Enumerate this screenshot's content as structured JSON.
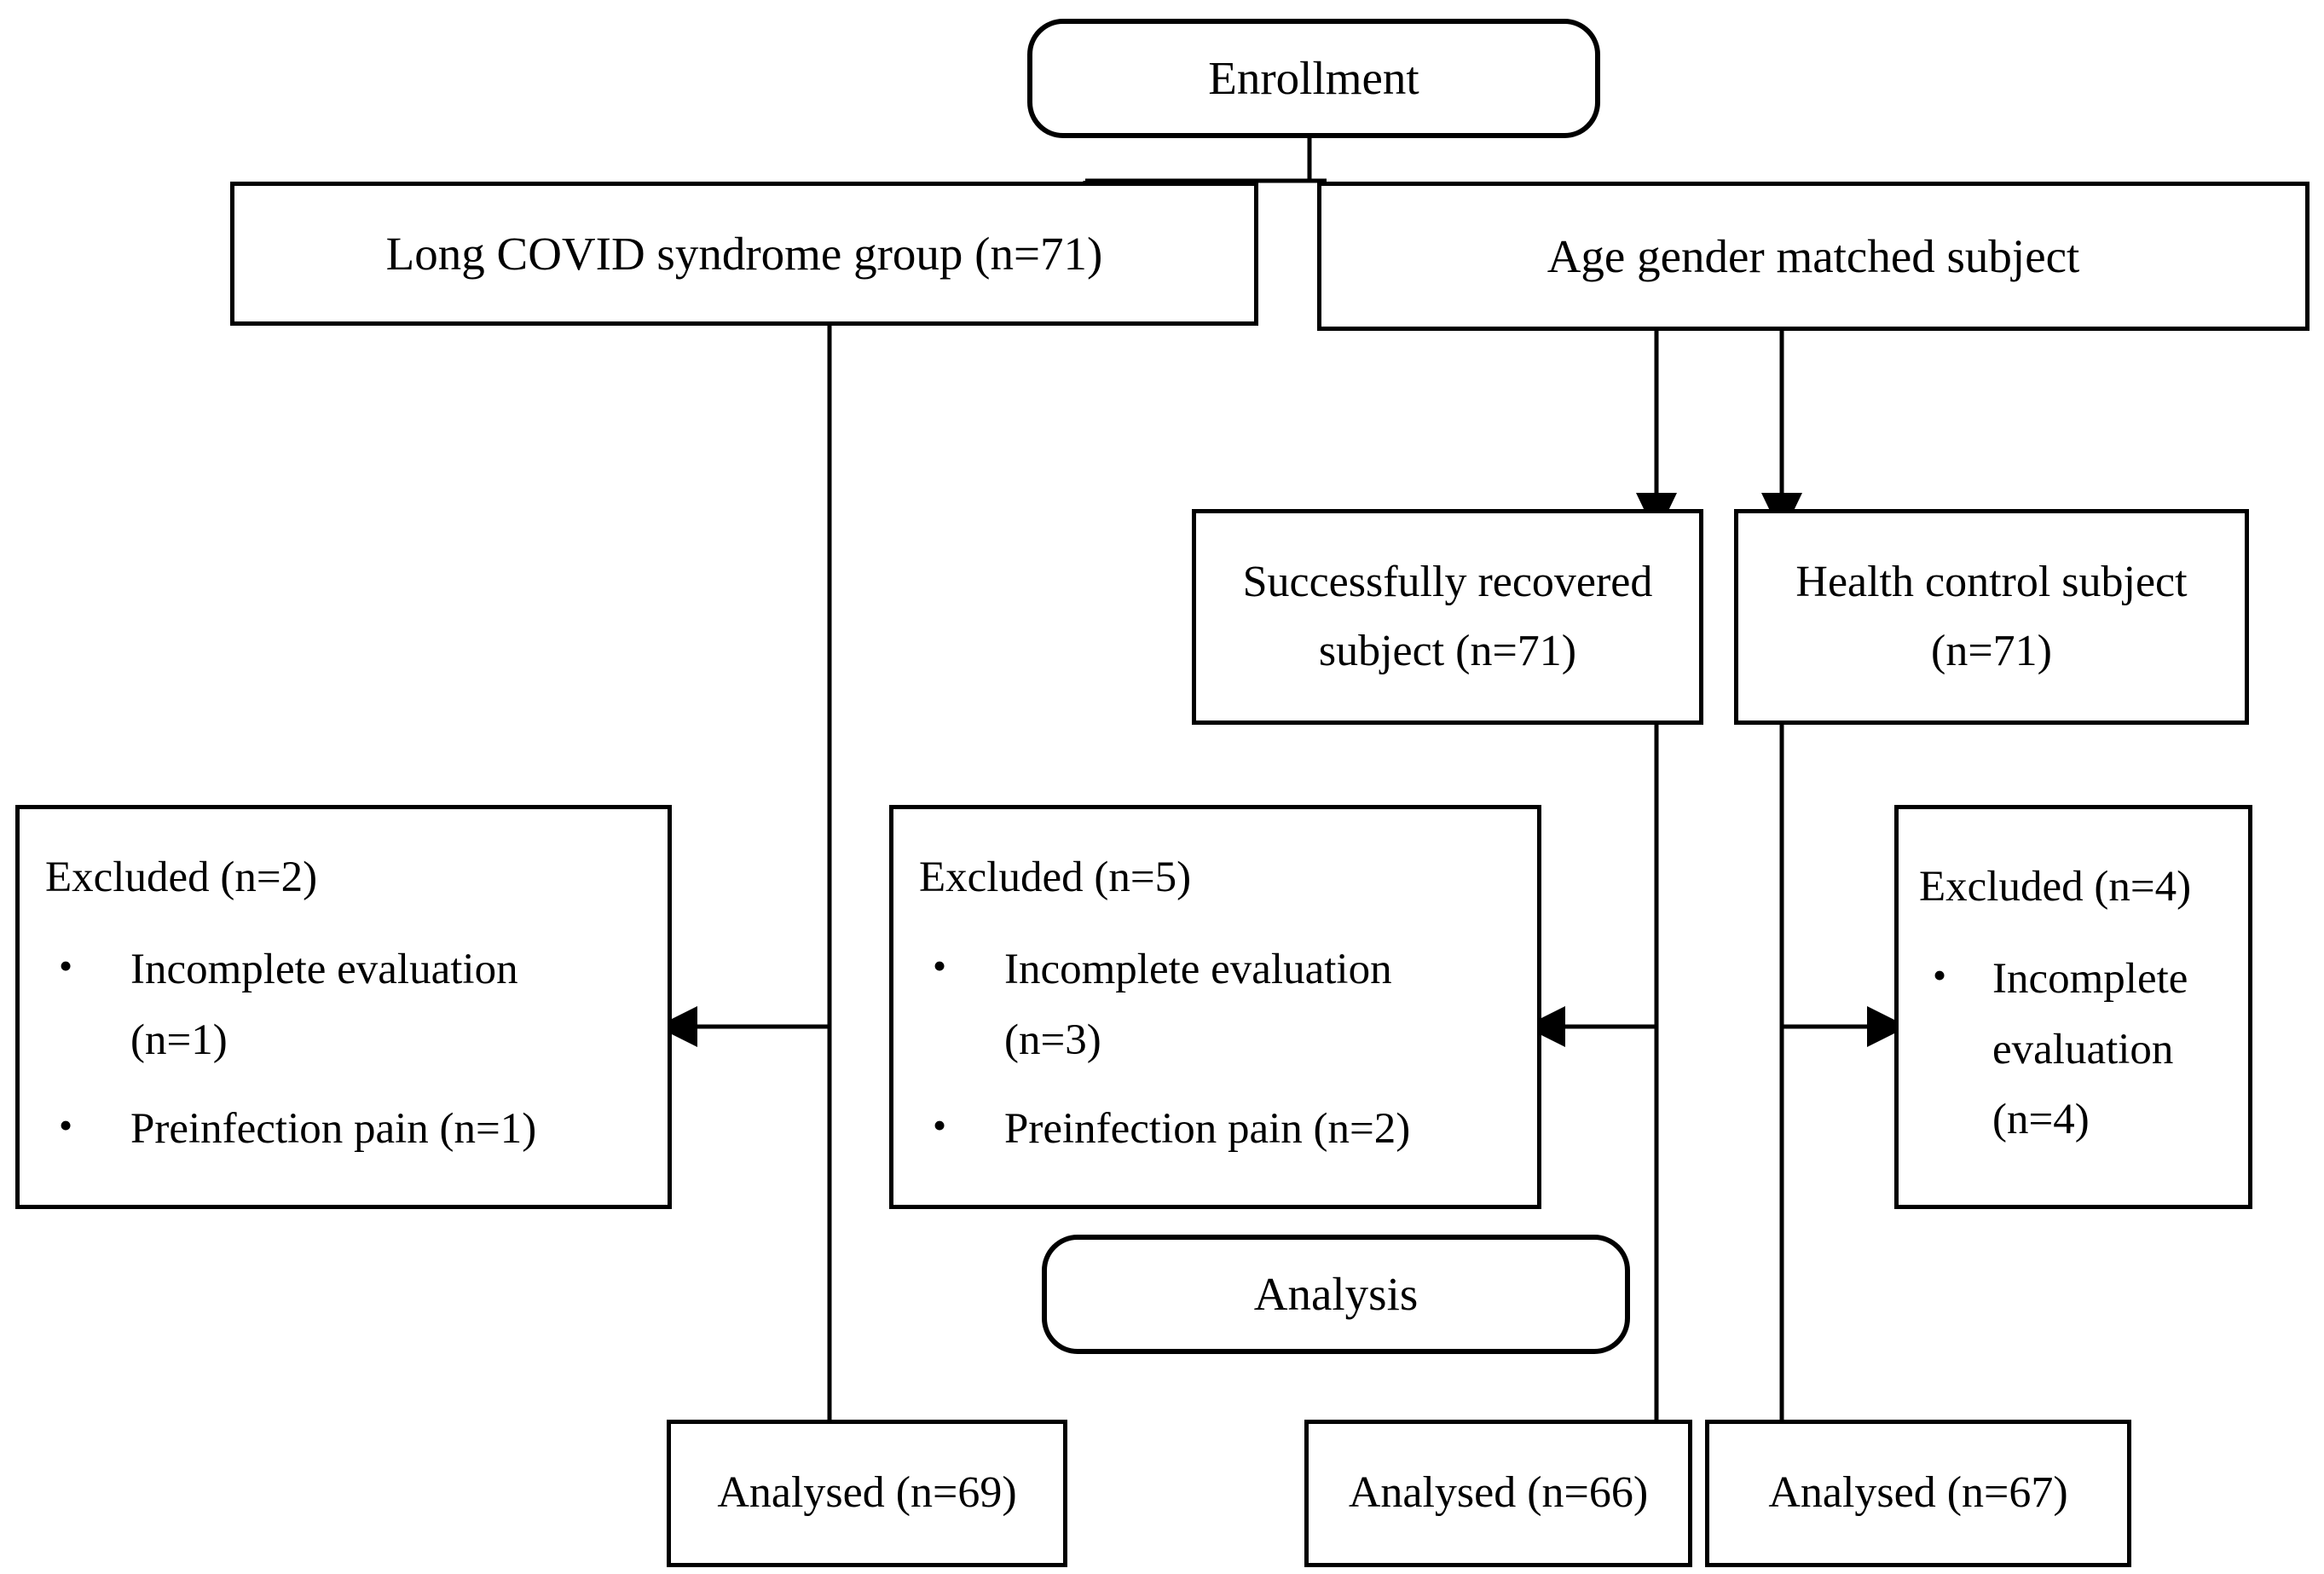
{
  "diagram": {
    "type": "consort-flow-diagram",
    "stages": [
      {
        "id": "enrollment",
        "label": "Enrollment"
      },
      {
        "id": "analysis",
        "label": "Analysis"
      }
    ],
    "arms": [
      {
        "id": "long-covid",
        "group_label": "Long COVID syndrome group (n=71)",
        "enrolled_n": 71,
        "excluded_total_label": "Excluded (n=2)",
        "excluded_total_n": 2,
        "excluded_reasons": [
          {
            "label": "Incomplete evaluation (n=1)",
            "n": 1
          },
          {
            "label": "Preinfection pain (n=1)",
            "n": 1
          }
        ],
        "analysed_label": "Analysed (n=69)",
        "analysed_n": 69
      },
      {
        "id": "successfully-recovered",
        "group_label": "Successfully recovered subject (n=71)",
        "enrolled_n": 71,
        "excluded_total_label": "Excluded (n=5)",
        "excluded_total_n": 5,
        "excluded_reasons": [
          {
            "label": "Incomplete evaluation (n=3)",
            "n": 3
          },
          {
            "label": "Preinfection pain (n=2)",
            "n": 2
          }
        ],
        "analysed_label": "Analysed (n=66)",
        "analysed_n": 66
      },
      {
        "id": "health-control",
        "group_label": "Health control subject (n=71)",
        "enrolled_n": 71,
        "excluded_total_label": "Excluded (n=4)",
        "excluded_total_n": 4,
        "excluded_reasons": [
          {
            "label": "Incomplete evaluation (n=4)",
            "n": 4
          }
        ],
        "analysed_label": "Analysed (n=67)",
        "analysed_n": 67
      }
    ],
    "nodes": {
      "enrollment": {
        "text": "Enrollment"
      },
      "long_covid_group": {
        "text": "Long COVID syndrome group (n=71)"
      },
      "age_gender_matched": {
        "text": "Age gender matched subject"
      },
      "recovered_subject": {
        "line1": "Successfully recovered",
        "line2": "subject (n=71)"
      },
      "health_control": {
        "line1": "Health control subject",
        "line2": "(n=71)"
      },
      "excluded_left": {
        "title": "Excluded (n=2)",
        "bullets": [
          {
            "line1": "Incomplete evaluation",
            "line2": "(n=1)"
          },
          {
            "line1": "Preinfection pain (n=1)",
            "line2": ""
          }
        ]
      },
      "excluded_middle": {
        "title": "Excluded (n=5)",
        "bullets": [
          {
            "line1": "Incomplete evaluation",
            "line2": "(n=3)"
          },
          {
            "line1": "Preinfection pain (n=2)",
            "line2": ""
          }
        ]
      },
      "excluded_right": {
        "title": "Excluded (n=4)",
        "bullets": [
          {
            "line1": "Incomplete",
            "line2": "evaluation",
            "line3": "(n=4)"
          }
        ]
      },
      "analysis": {
        "text": "Analysis"
      },
      "analysed_left": {
        "text": "Analysed (n=69)"
      },
      "analysed_middle": {
        "text": "Analysed (n=66)"
      },
      "analysed_right": {
        "text": "Analysed (n=67)"
      }
    },
    "bullet_glyph": "•",
    "colors": {
      "stroke": "#000000",
      "fill": "#ffffff",
      "text": "#000000"
    }
  }
}
